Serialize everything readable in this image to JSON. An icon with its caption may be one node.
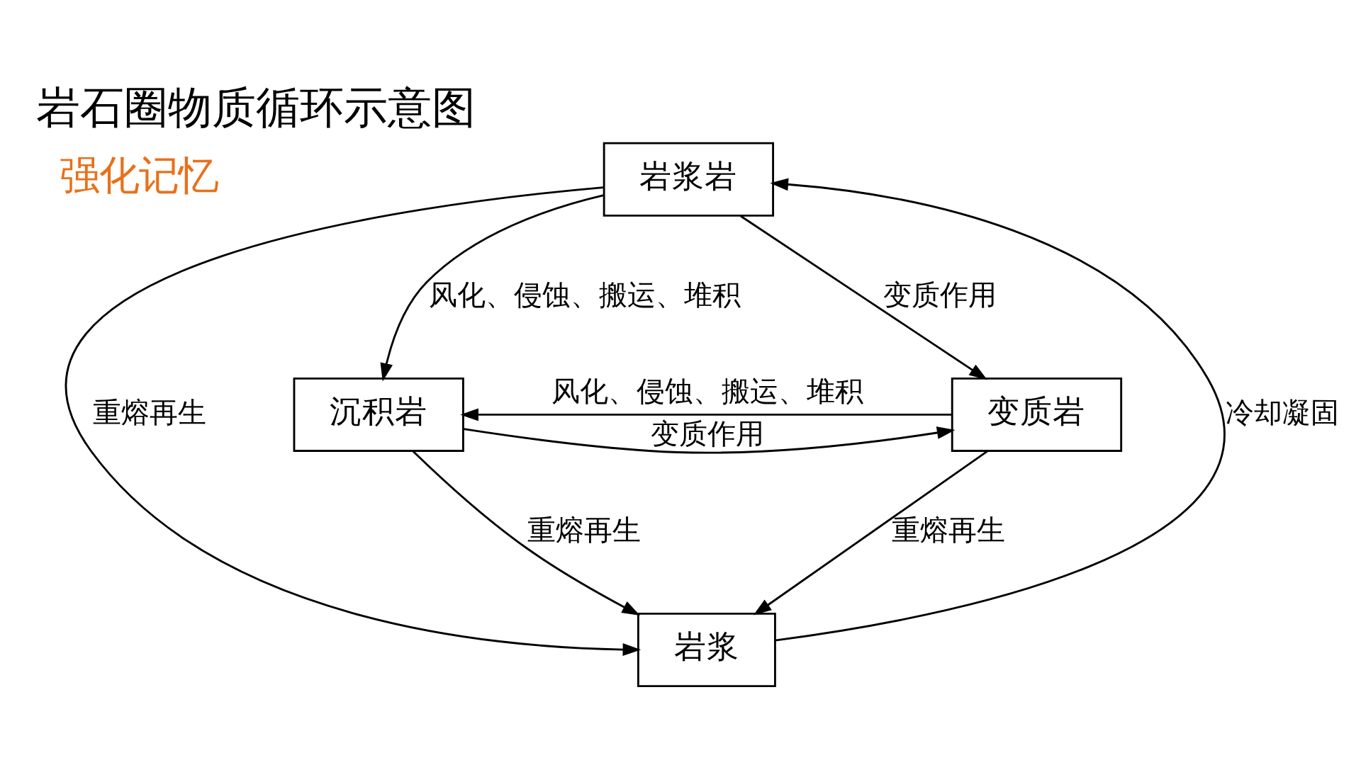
{
  "diagram": {
    "title": "岩石圈物质循环示意图",
    "nodes": [
      {
        "text": [
          "岩浆岩"
        ]
      },
      {
        "text": [
          "岩浆"
        ]
      },
      {
        "text": [
          "沉积岩"
        ]
      },
      {
        "text": [
          "变质岩"
        ]
      }
    ],
    "edges": [
      {
        "from": 0,
        "to": 1,
        "arrow": "to",
        "label": "重熔再生"
      },
      {
        "from": 1,
        "to": 0,
        "arrow": "to",
        "label": "冷却凝固"
      },
      {
        "from": 0,
        "to": 2,
        "arrow": "to",
        "label": "风化、侵蚀、搬运、堆积"
      },
      {
        "from": 0,
        "to": 3,
        "arrow": "to",
        "label": "变质作用"
      },
      {
        "from": 2,
        "to": 1,
        "arrow": "to",
        "label": "重熔再生"
      },
      {
        "from": 3,
        "to": 1,
        "arrow": "to",
        "label": "重熔再生"
      },
      {
        "from": 2,
        "to": 3,
        "arrow": "to",
        "label": "变质作用"
      },
      {
        "from": 3,
        "to": 2,
        "arrow": "to",
        "label": "风化、侵蚀、搬运、堆积"
      }
    ],
    "labels": [
      "强化记忆"
    ]
  }
}
